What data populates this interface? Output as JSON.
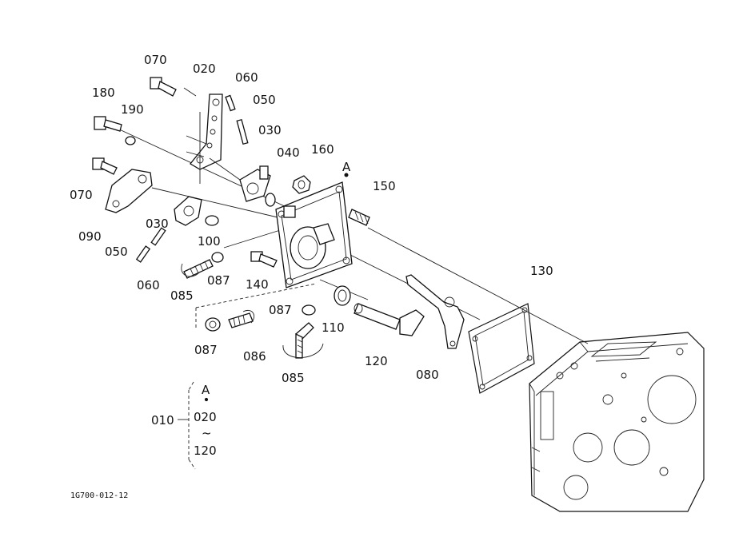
{
  "labels": {
    "p070a": "070",
    "p020": "020",
    "p060a": "060",
    "p050a": "050",
    "p180": "180",
    "p190": "190",
    "p030a": "030",
    "p040": "040",
    "p160": "160",
    "pA": "A",
    "p150": "150",
    "p070b": "070",
    "p090": "090",
    "p030b": "030",
    "p100": "100",
    "p050b": "050",
    "p060b": "060",
    "p087a": "087",
    "p140": "140",
    "p085a": "085",
    "p087b": "087",
    "p110": "110",
    "p130": "130",
    "p087c": "087",
    "p086": "086",
    "p085b": "085",
    "p120": "120",
    "p080": "080",
    "p010": "010",
    "legend_a": "A",
    "legend_020": "020",
    "legend_tilde": "~",
    "legend_120": "120"
  },
  "figure_code": "1G700-012-12"
}
